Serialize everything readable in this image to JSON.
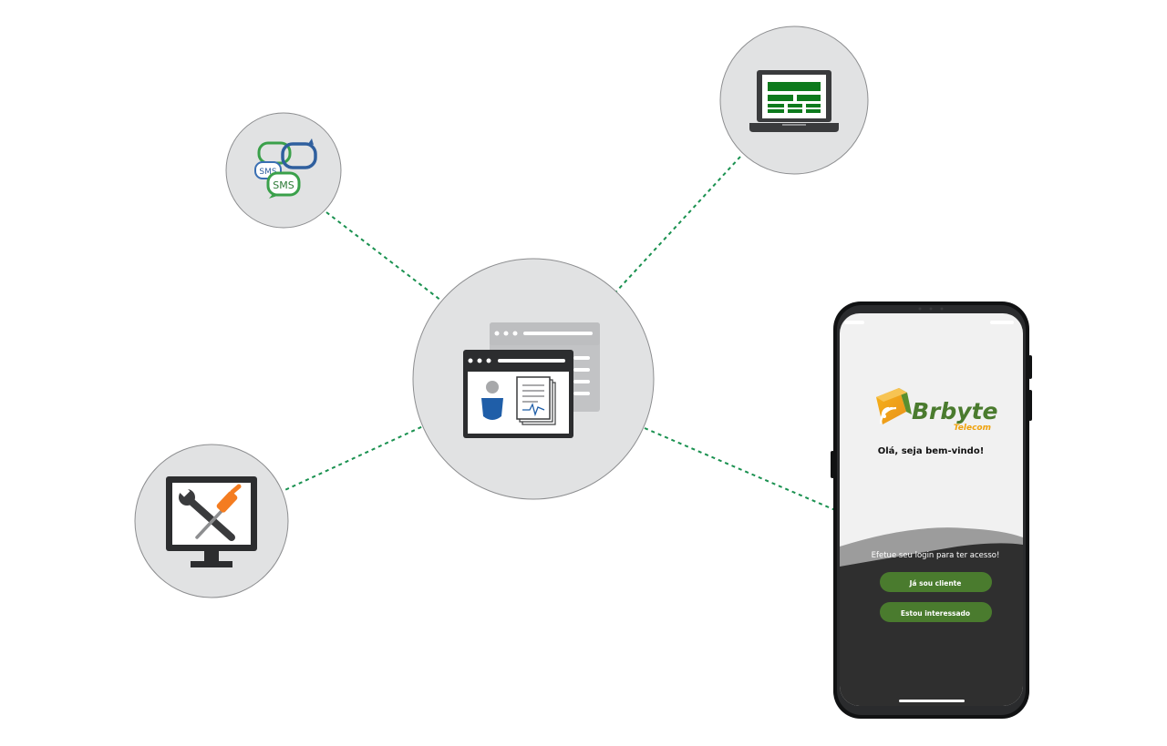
{
  "sms_node": {
    "bubble_text_1": "SMS",
    "bubble_text_2": "SMS"
  },
  "phone": {
    "brand_name": "Brbyte",
    "brand_sub": "Telecom",
    "welcome": "Olá, seja bem-vindo!",
    "login_prompt": "Efetue seu login para ter acesso!",
    "button_client": "Já sou cliente",
    "button_interested": "Estou interessado"
  },
  "colors": {
    "link": "#1a9150",
    "node_fill": "#e1e2e3",
    "node_stroke": "#8d8e90",
    "brand_green": "#4a7b2e",
    "brand_orange": "#f0a20b",
    "screen_green": "#0d7a1d"
  }
}
